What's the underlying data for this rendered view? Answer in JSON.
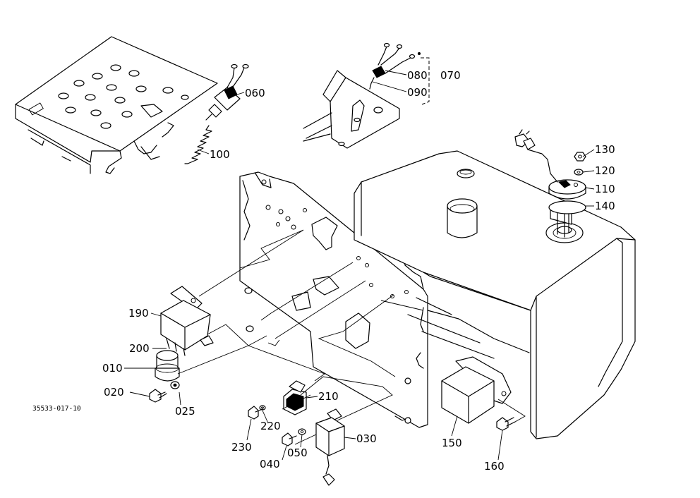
{
  "drawing_code": "35533-017-10",
  "parts": {
    "p010": "010",
    "p020": "020",
    "p025": "025",
    "p030": "030",
    "p040": "040",
    "p050": "050",
    "p060": "060",
    "p070": "070",
    "p080": "080",
    "p090": "090",
    "p100": "100",
    "p110": "110",
    "p120": "120",
    "p130": "130",
    "p140": "140",
    "p150": "150",
    "p160": "160",
    "p190": "190",
    "p200": "200",
    "p210": "210",
    "p220": "220",
    "p230": "230"
  }
}
